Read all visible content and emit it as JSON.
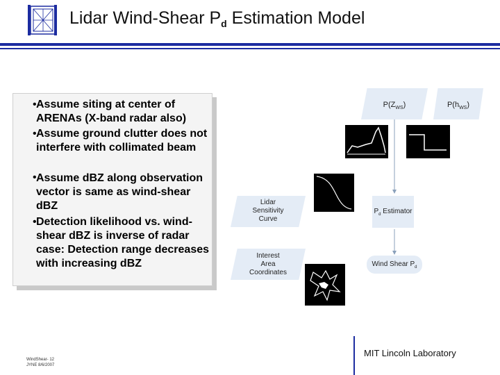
{
  "header": {
    "title_pre": "Lidar Wind-Shear P",
    "title_sub": "d",
    "title_post": " Estimation Model"
  },
  "bullets": [
    "Assume siting at center of ARENAs (X-band radar also)",
    "Assume ground clutter does not interfere with collimated beam",
    "Assume dBZ along observation vector is same as wind-shear dBZ",
    "Detection likelihood vs. wind-shear dBZ is inverse of radar case: Detection range decreases with increasing dBZ"
  ],
  "bullet_symbol": "•",
  "diagram": {
    "pz_label": "P(Z",
    "pz_sub": "WS",
    "ph_label": "P(h",
    "ph_sub": "WS",
    "lidar_curve": [
      "Lidar",
      "Sensitivity",
      "Curve"
    ],
    "estimator": "P",
    "estimator_sub": "d",
    "estimator_post": " Estimator",
    "output": "Wind Shear P",
    "output_sub": "d",
    "interest": [
      "Interest",
      "Area",
      "Coordinates"
    ],
    "fill_color": "#e4ecf6",
    "arrow_color": "#8aa0bb"
  },
  "footer": {
    "slide_id": "WindShear- 12",
    "author_date": "JYNE 8/6/2007",
    "lab": "MIT Lincoln Laboratory"
  }
}
